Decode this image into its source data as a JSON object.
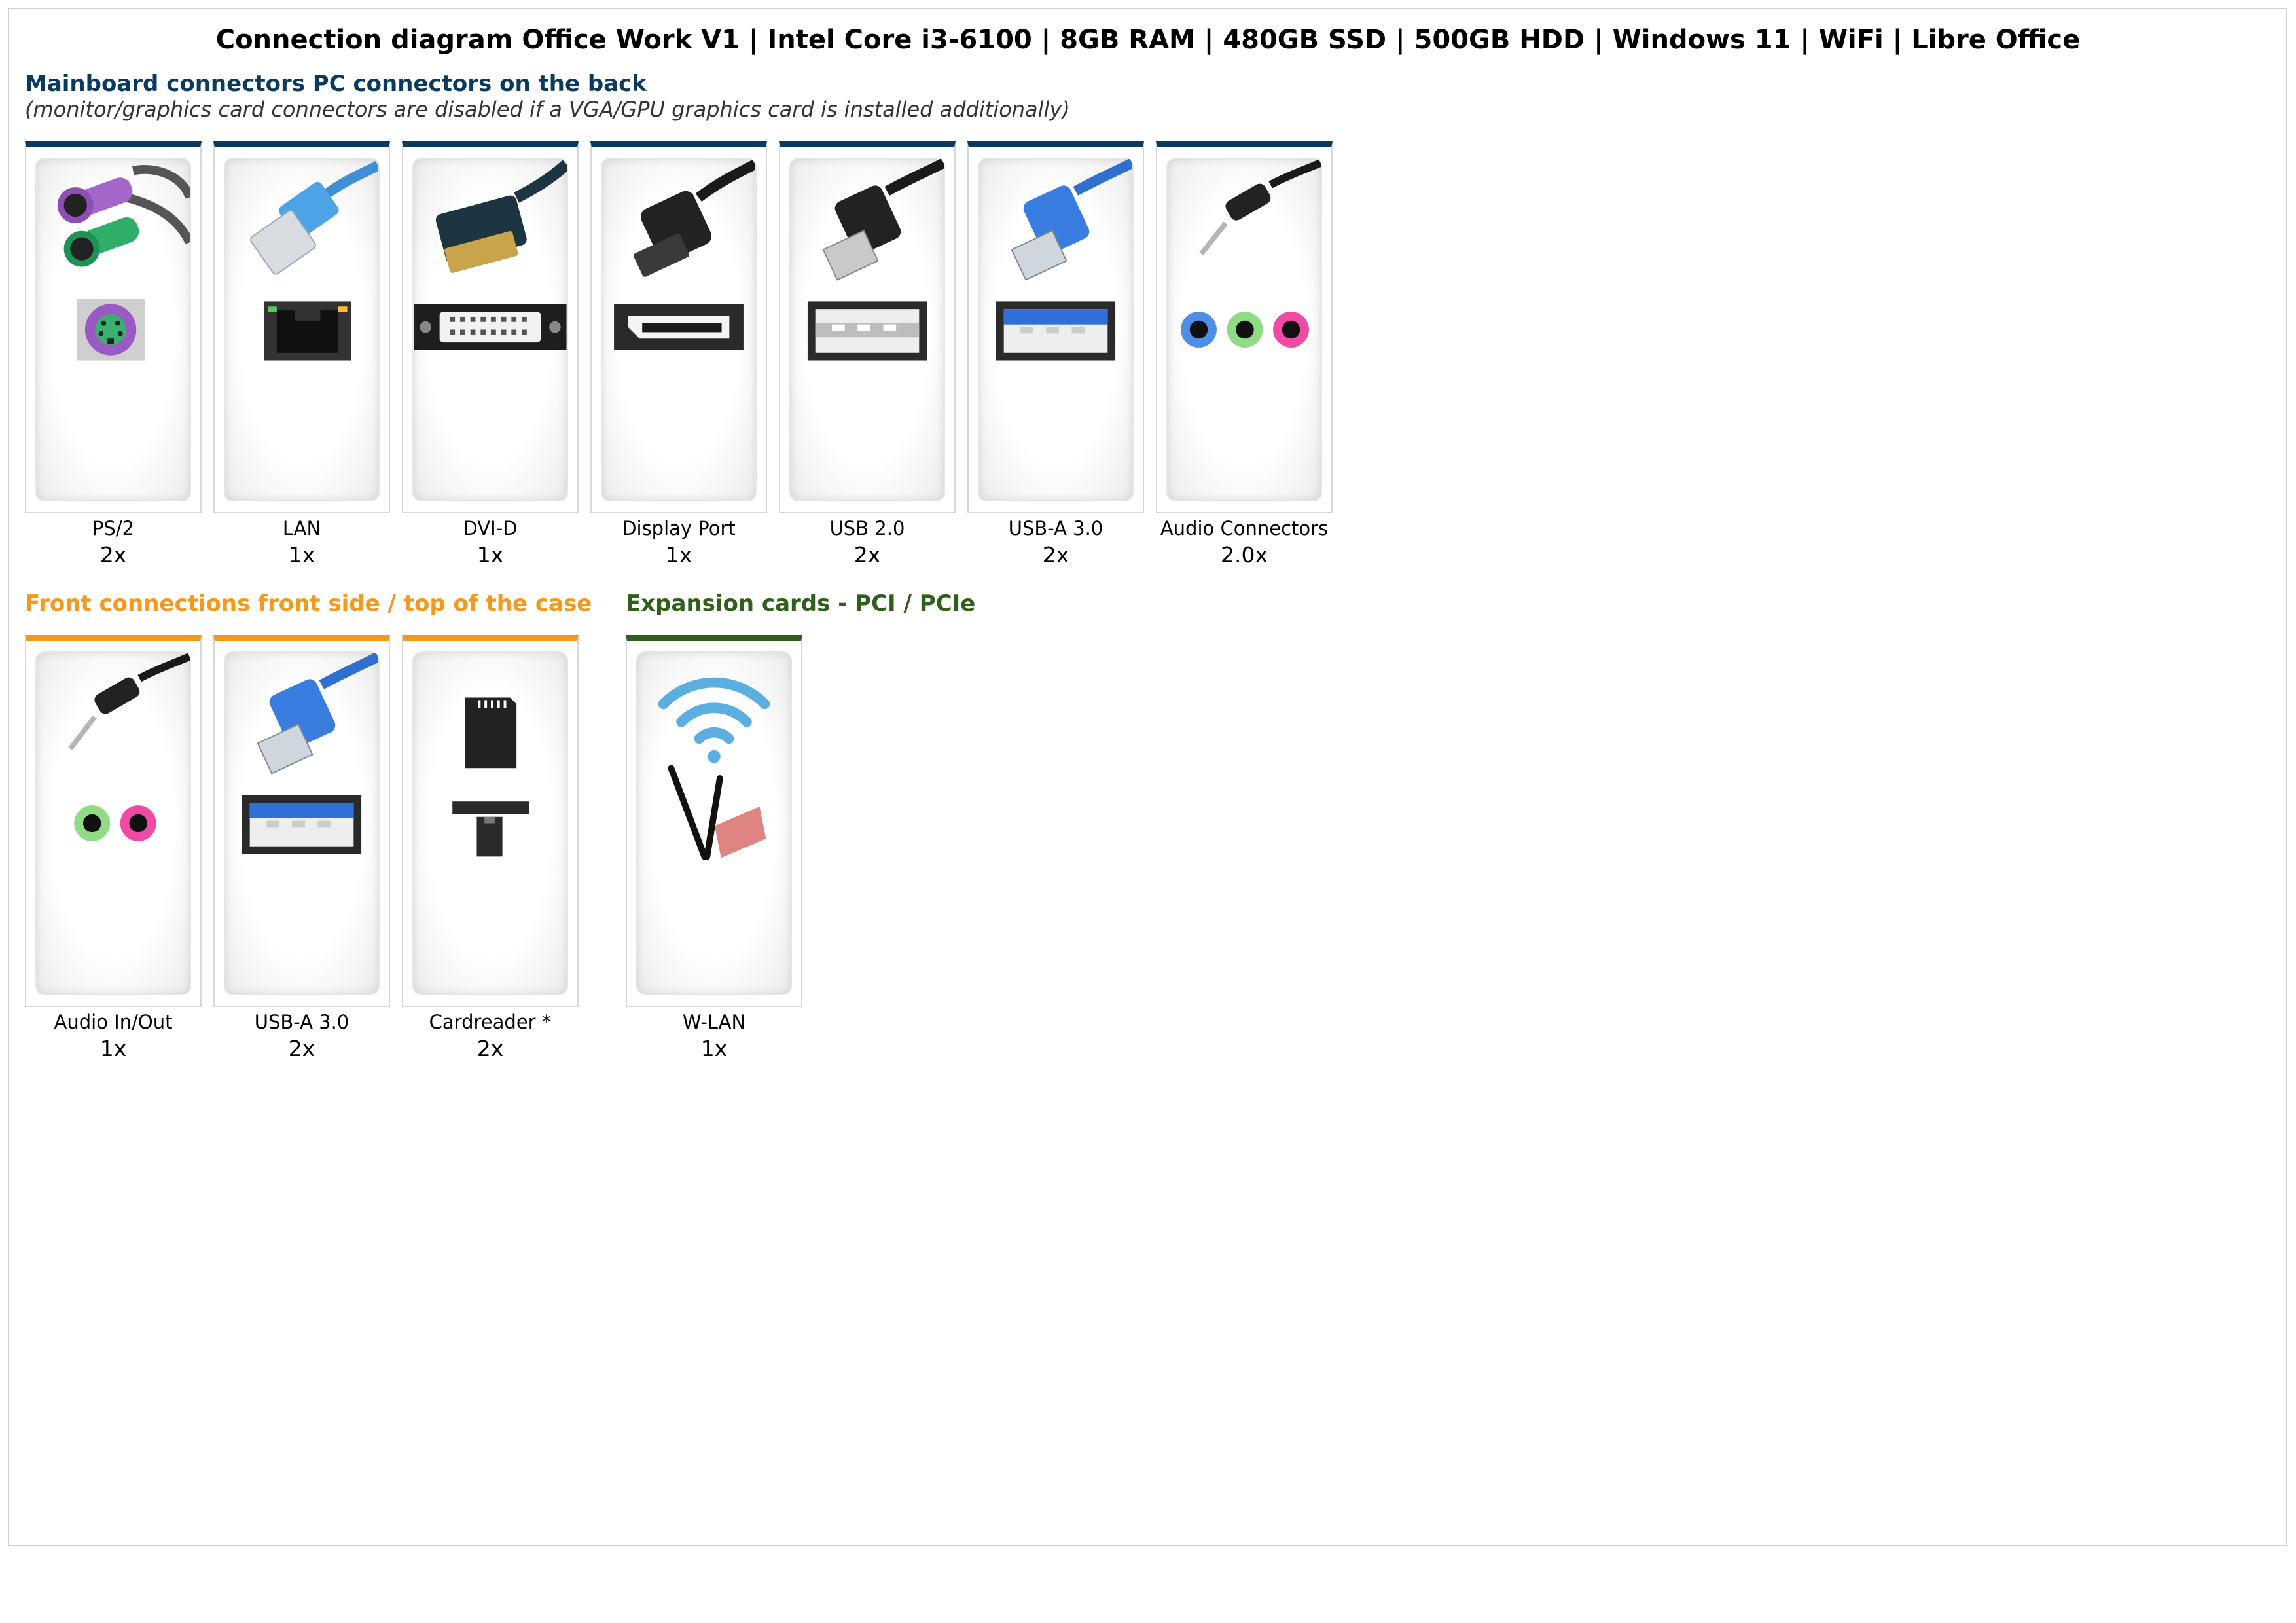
{
  "title": "Connection diagram Office Work V1 | Intel Core i3-6100 | 8GB RAM | 480GB SSD | 500GB HDD | Windows 11 | WiFi | Libre Office",
  "colors": {
    "mainboard": "#0b3a5e",
    "front": "#f39a1e",
    "pci": "#2f5f1a"
  },
  "mainboard": {
    "title": "Mainboard connectors PC connectors on the back",
    "note": "(monitor/graphics card connectors are disabled if a VGA/GPU graphics card is installed additionally)",
    "items": [
      {
        "label": "PS/2",
        "count": "2x",
        "icon": "ps2-connector-icon"
      },
      {
        "label": "LAN",
        "count": "1x",
        "icon": "lan-connector-icon"
      },
      {
        "label": "DVI-D",
        "count": "1x",
        "icon": "dvi-connector-icon"
      },
      {
        "label": "Display Port",
        "count": "1x",
        "icon": "displayport-connector-icon"
      },
      {
        "label": "USB 2.0",
        "count": "2x",
        "icon": "usb2-connector-icon"
      },
      {
        "label": "USB-A 3.0",
        "count": "2x",
        "icon": "usb3-connector-icon"
      },
      {
        "label": "Audio Connectors",
        "count": "2.0x",
        "icon": "audio-jacks-icon"
      }
    ]
  },
  "front": {
    "title": "Front connections front side / top of the case",
    "items": [
      {
        "label": "Audio In/Out",
        "count": "1x",
        "icon": "audio-in-out-icon"
      },
      {
        "label": "USB-A 3.0",
        "count": "2x",
        "icon": "usb3-connector-icon"
      },
      {
        "label": "Cardreader *",
        "count": "2x",
        "icon": "sd-card-reader-icon"
      }
    ]
  },
  "pci": {
    "title": "Expansion cards - PCI / PCIe",
    "items": [
      {
        "label": "W-LAN",
        "count": "1x",
        "icon": "wifi-card-icon"
      }
    ]
  }
}
